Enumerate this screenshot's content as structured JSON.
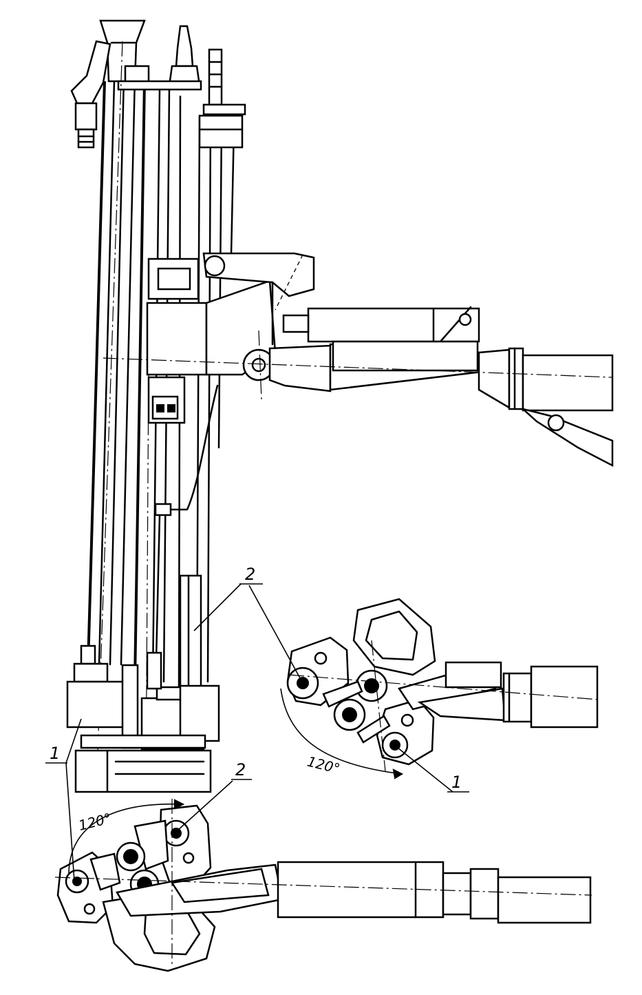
{
  "labels": {
    "callout_1_top": "1",
    "callout_2_top": "2",
    "callout_1_right": "1",
    "callout_2_bottom": "2",
    "angle_right": "120°",
    "angle_bottom": "120°"
  },
  "colors": {
    "ink": "#000000",
    "paper": "#ffffff"
  }
}
